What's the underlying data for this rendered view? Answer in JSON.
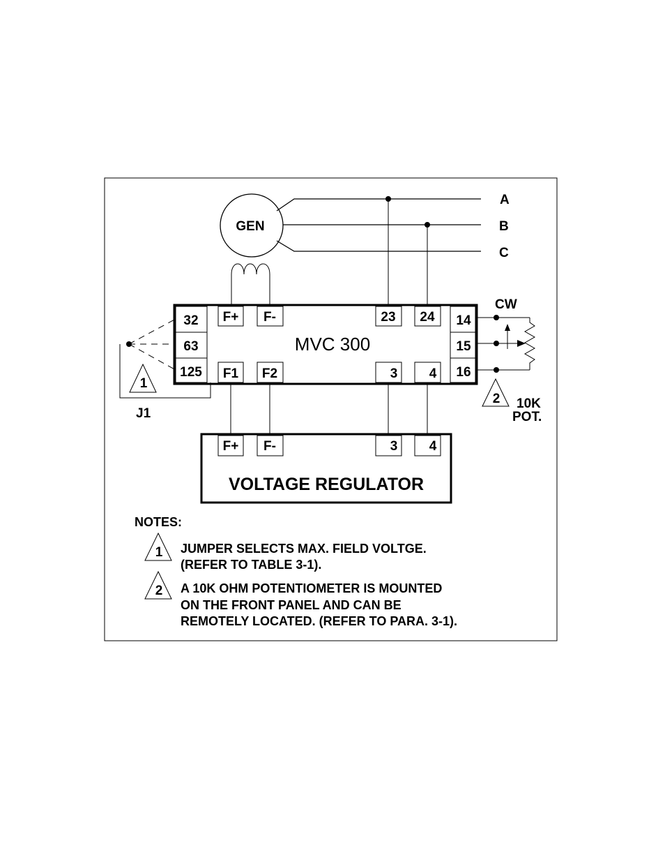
{
  "generator": {
    "label": "GEN"
  },
  "phases": {
    "a": "A",
    "b": "B",
    "c": "C"
  },
  "controller": {
    "title": "MVC 300",
    "left_terminals": [
      "32",
      "63",
      "125"
    ],
    "top_terminals": [
      "F+",
      "F-",
      "23",
      "24"
    ],
    "bottom_terminals": [
      "F1",
      "F2",
      "3",
      "4"
    ],
    "right_terminals": [
      "14",
      "15",
      "16"
    ]
  },
  "jumper": {
    "label": "J1",
    "marker": "1"
  },
  "potentiometer": {
    "cw_label": "CW",
    "marker": "2",
    "label_line1": "10K",
    "label_line2": "POT."
  },
  "regulator": {
    "title": "VOLTAGE REGULATOR",
    "terminals": [
      "F+",
      "F-",
      "3",
      "4"
    ]
  },
  "notes": {
    "heading": "NOTES:",
    "items": [
      {
        "marker": "1",
        "lines": [
          "JUMPER SELECTS MAX. FIELD VOLTGE.",
          "(REFER TO TABLE 3-1)."
        ]
      },
      {
        "marker": "2",
        "lines": [
          "A 10K OHM POTENTIOMETER IS MOUNTED",
          "ON THE FRONT PANEL AND CAN BE",
          "REMOTELY LOCATED.  (REFER TO PARA. 3-1)."
        ]
      }
    ]
  }
}
